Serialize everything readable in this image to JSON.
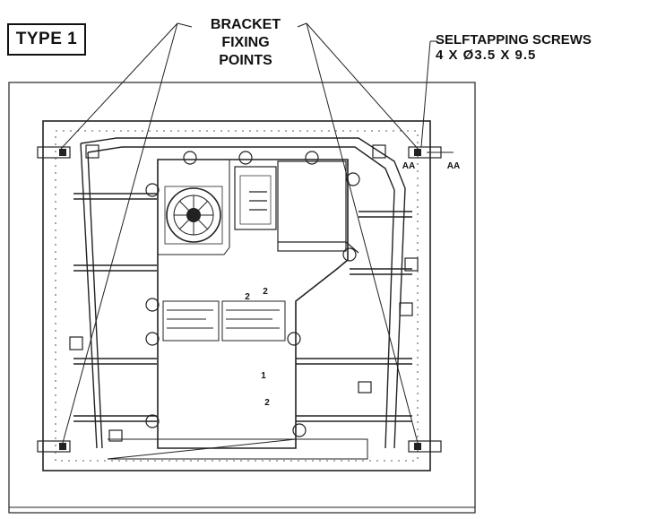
{
  "type_label": "TYPE 1",
  "bracket_callout": {
    "line1": "BRACKET",
    "line2": "FIXING",
    "line3": "POINTS"
  },
  "screws_callout": {
    "line1": "SELFTAPPING SCREWS",
    "line2": "4  X  Ø3.5  X  9.5"
  },
  "section_marks": [
    "AA",
    "AA"
  ],
  "panel_numbers": [
    "2",
    "2",
    "1",
    "2"
  ]
}
